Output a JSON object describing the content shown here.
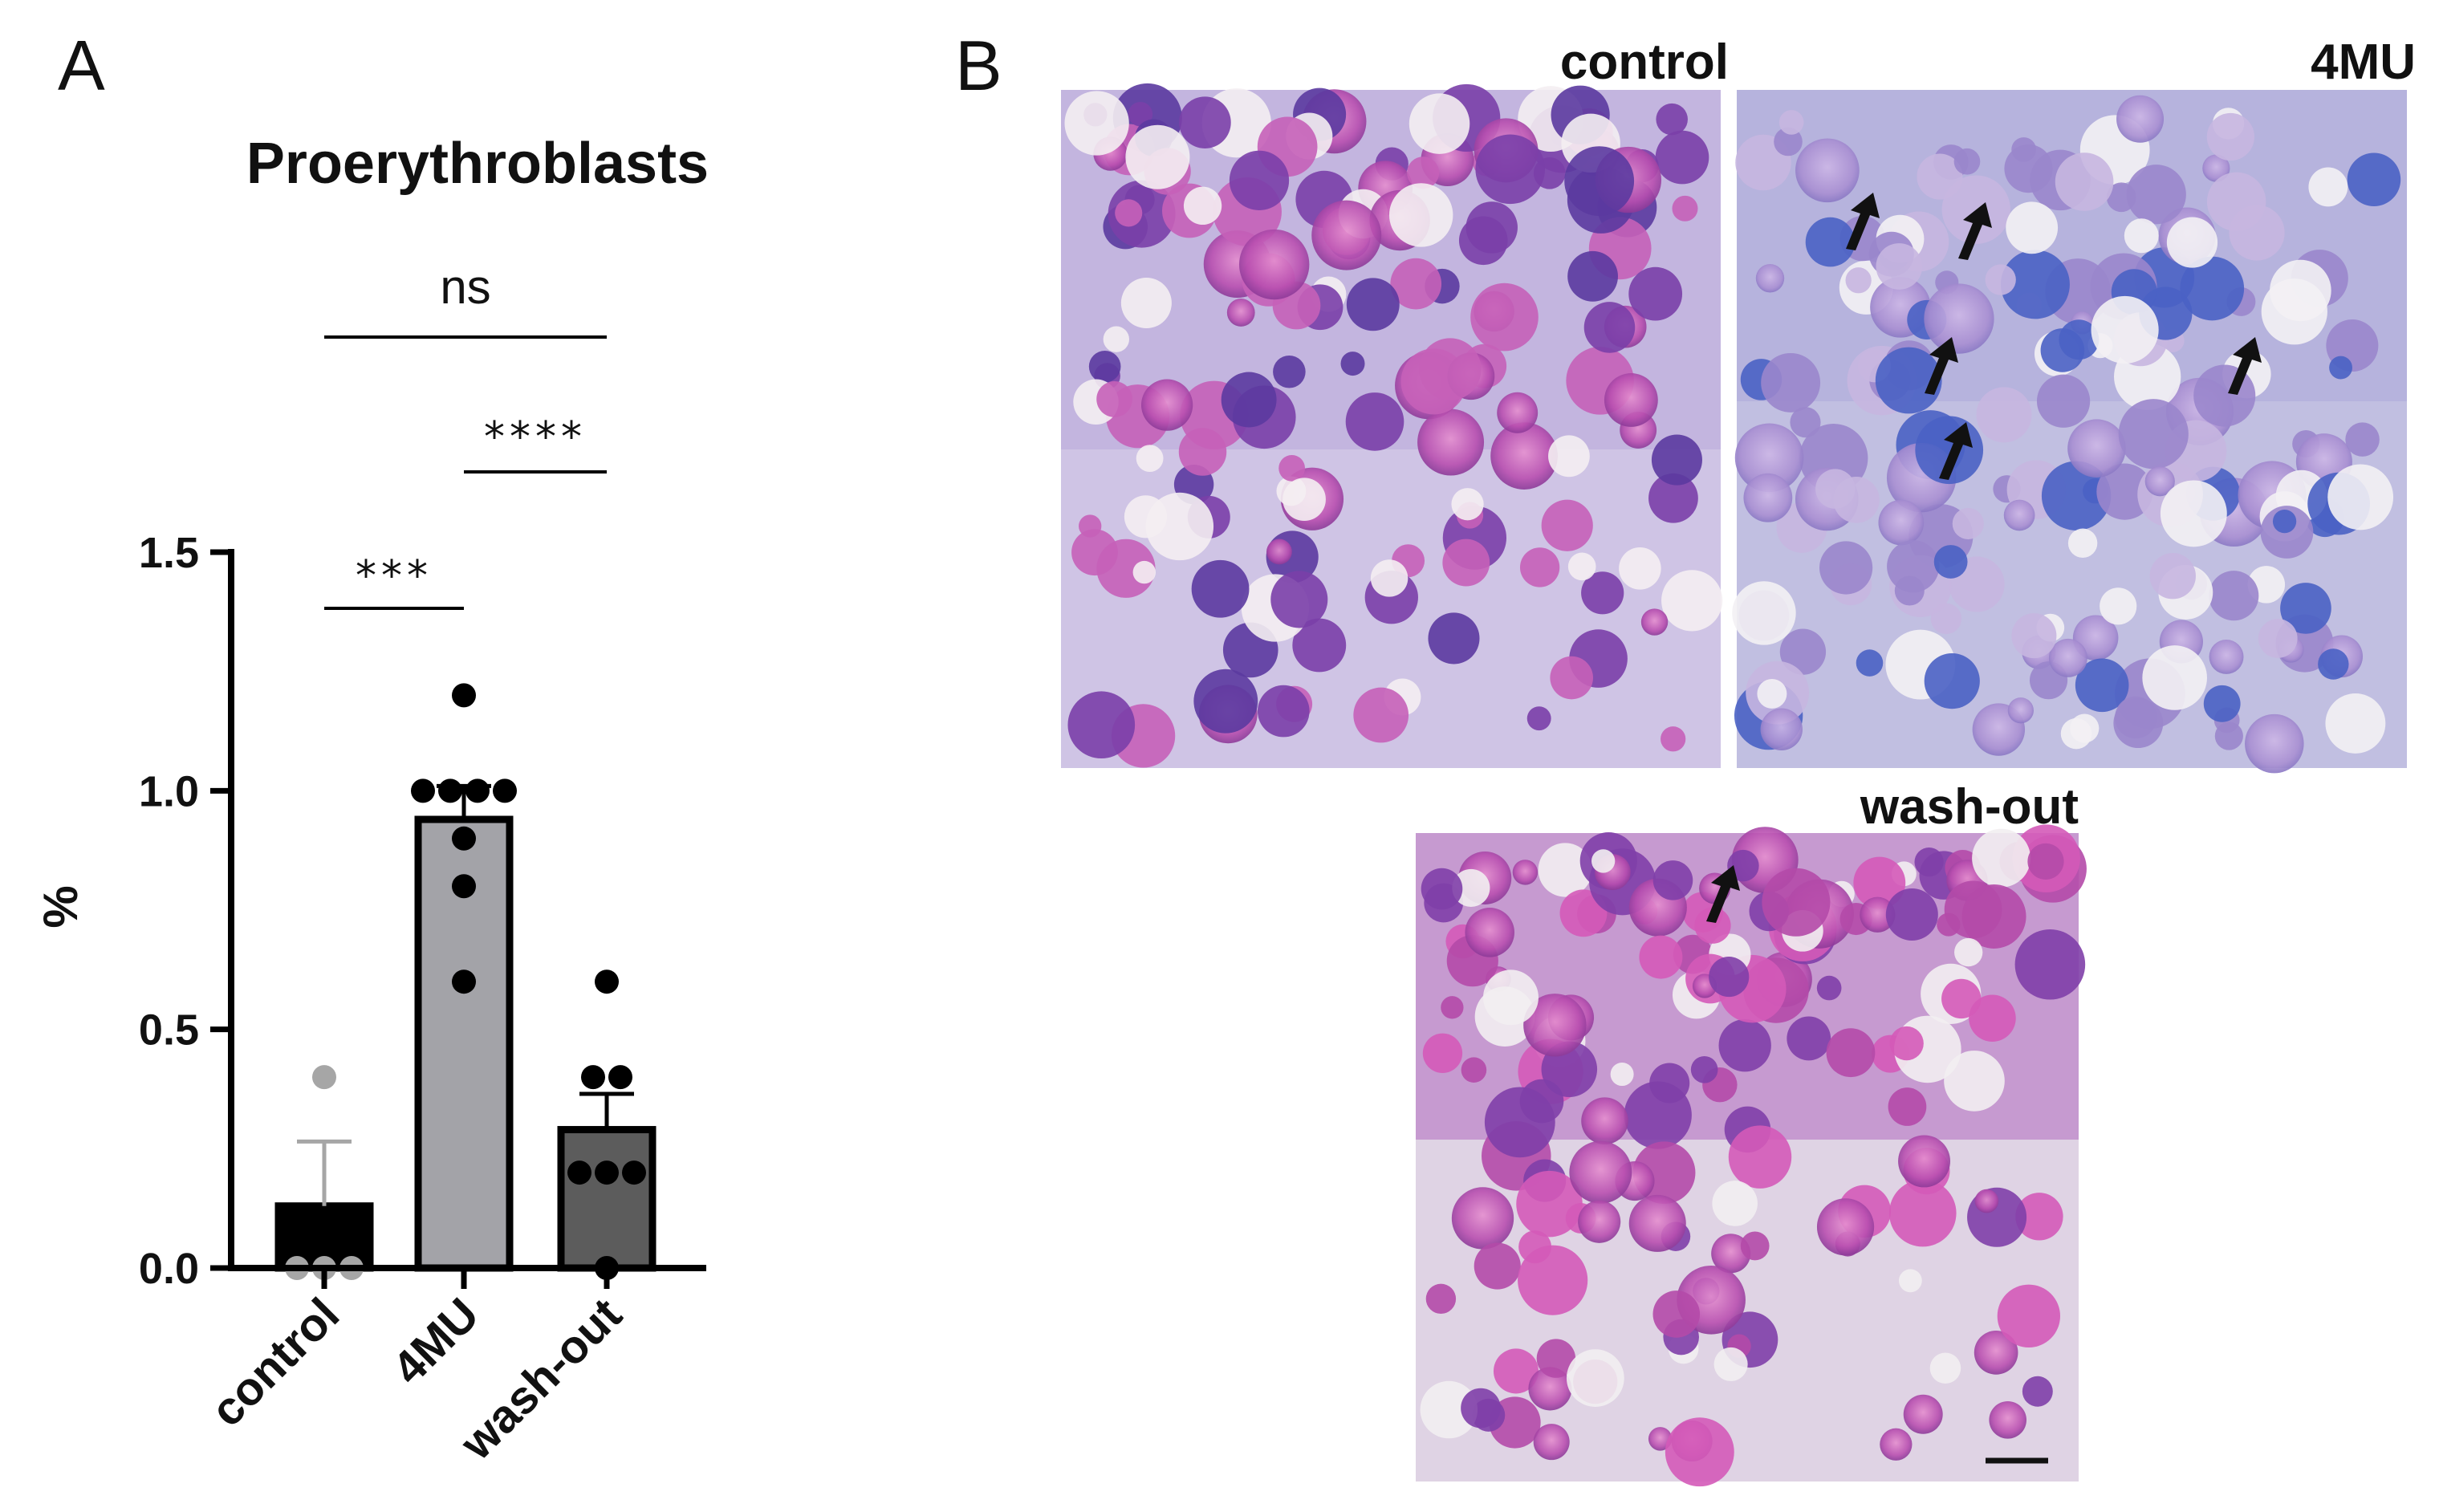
{
  "figure": {
    "panel_a_letter": "A",
    "panel_b_letter": "B",
    "micrographs": {
      "control_label": "control",
      "treated_label": "4MU",
      "washout_label": "wash-out"
    }
  },
  "chart_data": {
    "type": "bar",
    "title": "Proerythroblasts",
    "xlabel": "",
    "ylabel": "%",
    "ylim": [
      0,
      1.5
    ],
    "yticks": [
      "0.0",
      "0.5",
      "1.0",
      "1.5"
    ],
    "categories": [
      "control",
      "4MU",
      "wash-out"
    ],
    "values": [
      0.13,
      0.94,
      0.29
    ],
    "errors": [
      0.135,
      0.07,
      0.075
    ],
    "points": [
      [
        0.0,
        0.0,
        0.0,
        0.4
      ],
      [
        0.6,
        0.8,
        0.9,
        1.0,
        1.0,
        1.0,
        1.0,
        1.2
      ],
      [
        0.0,
        0.2,
        0.2,
        0.2,
        0.4,
        0.4,
        0.6
      ]
    ],
    "bar_colors": [
      "#000000",
      "#a3a3a8",
      "#5c5c5c"
    ],
    "point_colors": [
      "#a6a6a6",
      "#000000",
      "#000000"
    ],
    "significance": [
      {
        "label": "***",
        "from": "control",
        "to": "4MU"
      },
      {
        "label": "****",
        "from": "4MU",
        "to": "wash-out"
      },
      {
        "label": "ns",
        "from": "control",
        "to": "wash-out"
      }
    ]
  }
}
